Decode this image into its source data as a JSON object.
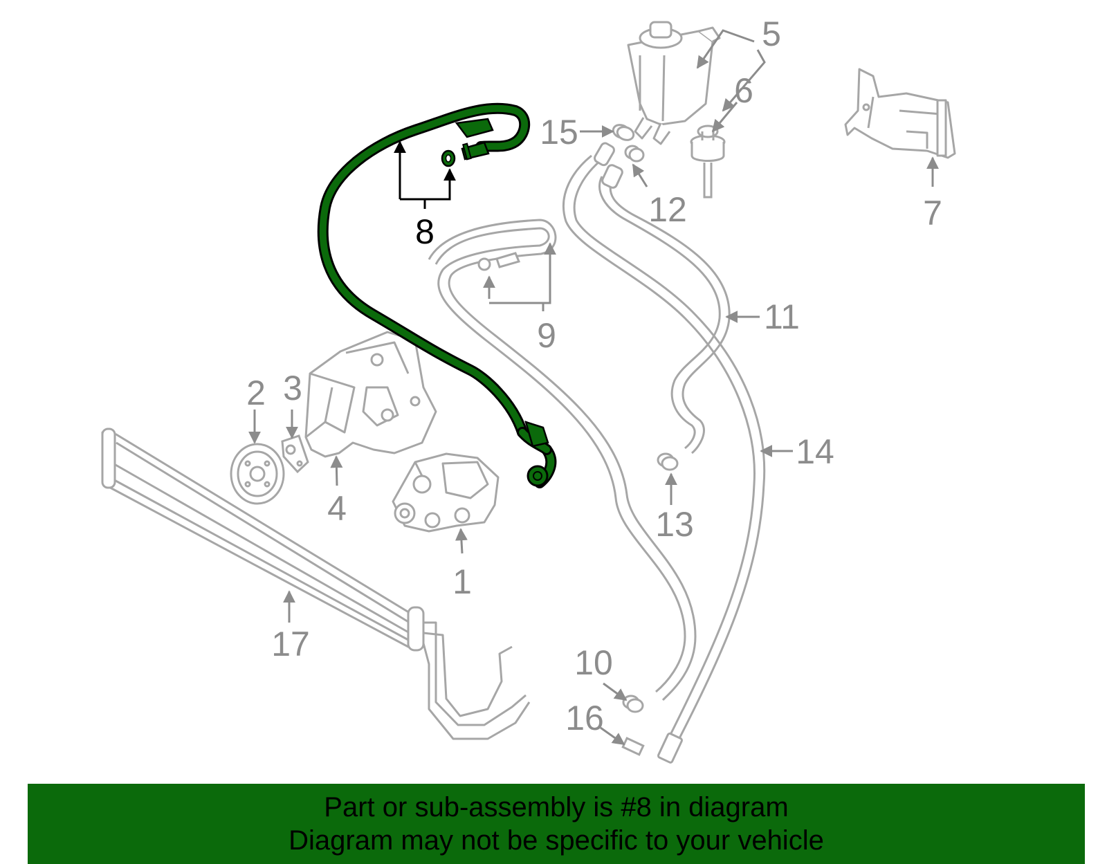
{
  "colors": {
    "background": "#ffffff",
    "part_line": "#a6a6a6",
    "callout_gray": "#8c8c8c",
    "highlight_fill": "#0b6a0b",
    "highlight_stroke": "#000000",
    "banner_bg": "#0b6a0b",
    "banner_text": "#000000"
  },
  "callouts": {
    "c1": "1",
    "c2": "2",
    "c3": "3",
    "c4": "4",
    "c5": "5",
    "c6": "6",
    "c7": "7",
    "c8": "8",
    "c9": "9",
    "c10": "10",
    "c11": "11",
    "c12": "12",
    "c13": "13",
    "c14": "14",
    "c15": "15",
    "c16": "16",
    "c17": "17"
  },
  "highlighted_part": "8",
  "banner": {
    "line1": "Part or sub-assembly is #8 in diagram",
    "line2": "Diagram may not be specific to your vehicle"
  }
}
